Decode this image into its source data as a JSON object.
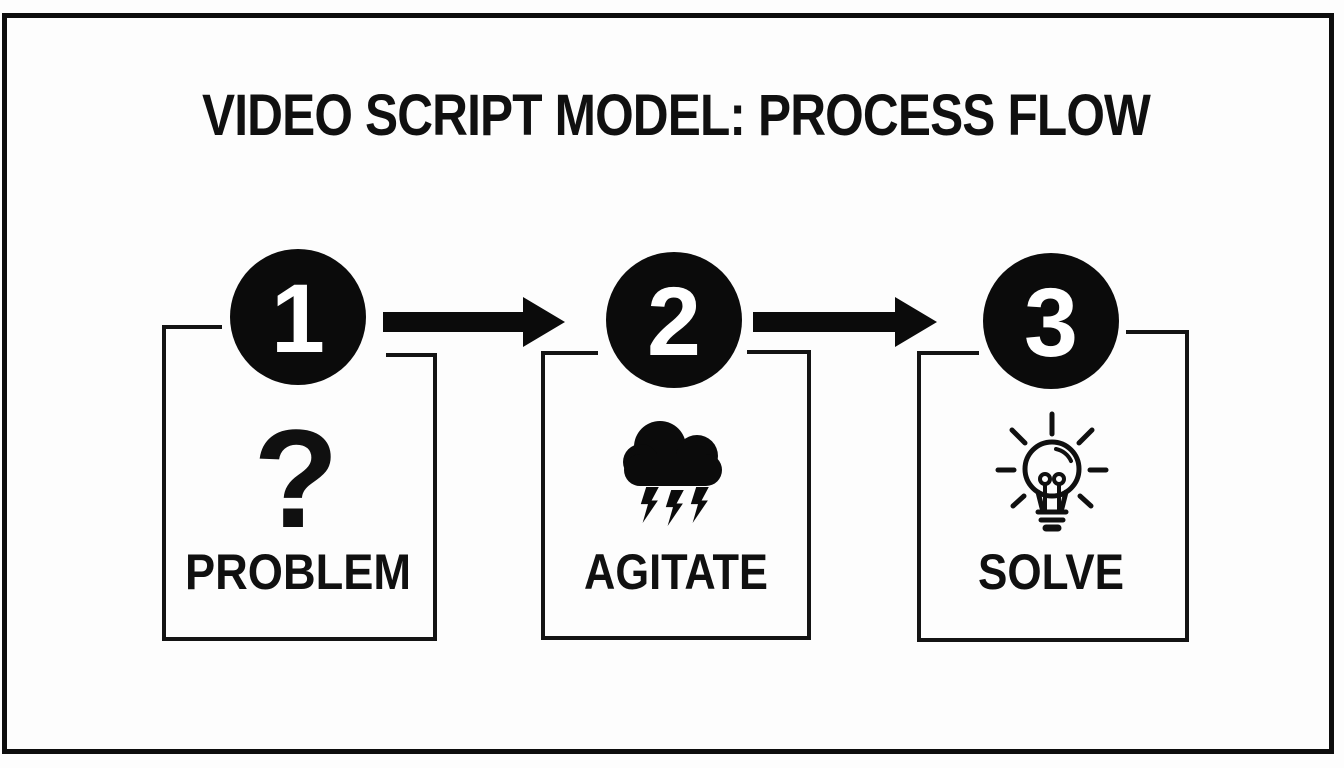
{
  "title": "VIDEO SCRIPT MODEL: PROCESS FLOW",
  "steps": [
    {
      "number": "1",
      "label": "PROBLEM",
      "icon": "question-mark-icon"
    },
    {
      "number": "2",
      "label": "AGITATE",
      "icon": "storm-cloud-icon"
    },
    {
      "number": "3",
      "label": "SOLVE",
      "icon": "lightbulb-icon"
    }
  ],
  "icons": {
    "question_mark": "?"
  },
  "connectors": [
    {
      "from": "1",
      "to": "2",
      "type": "arrow-right"
    },
    {
      "from": "2",
      "to": "3",
      "type": "arrow-right"
    }
  ],
  "colors": {
    "ink": "#101010",
    "background": "#fdfdfd",
    "badge_fill": "#0b0b0b",
    "number_text": "#ffffff"
  }
}
